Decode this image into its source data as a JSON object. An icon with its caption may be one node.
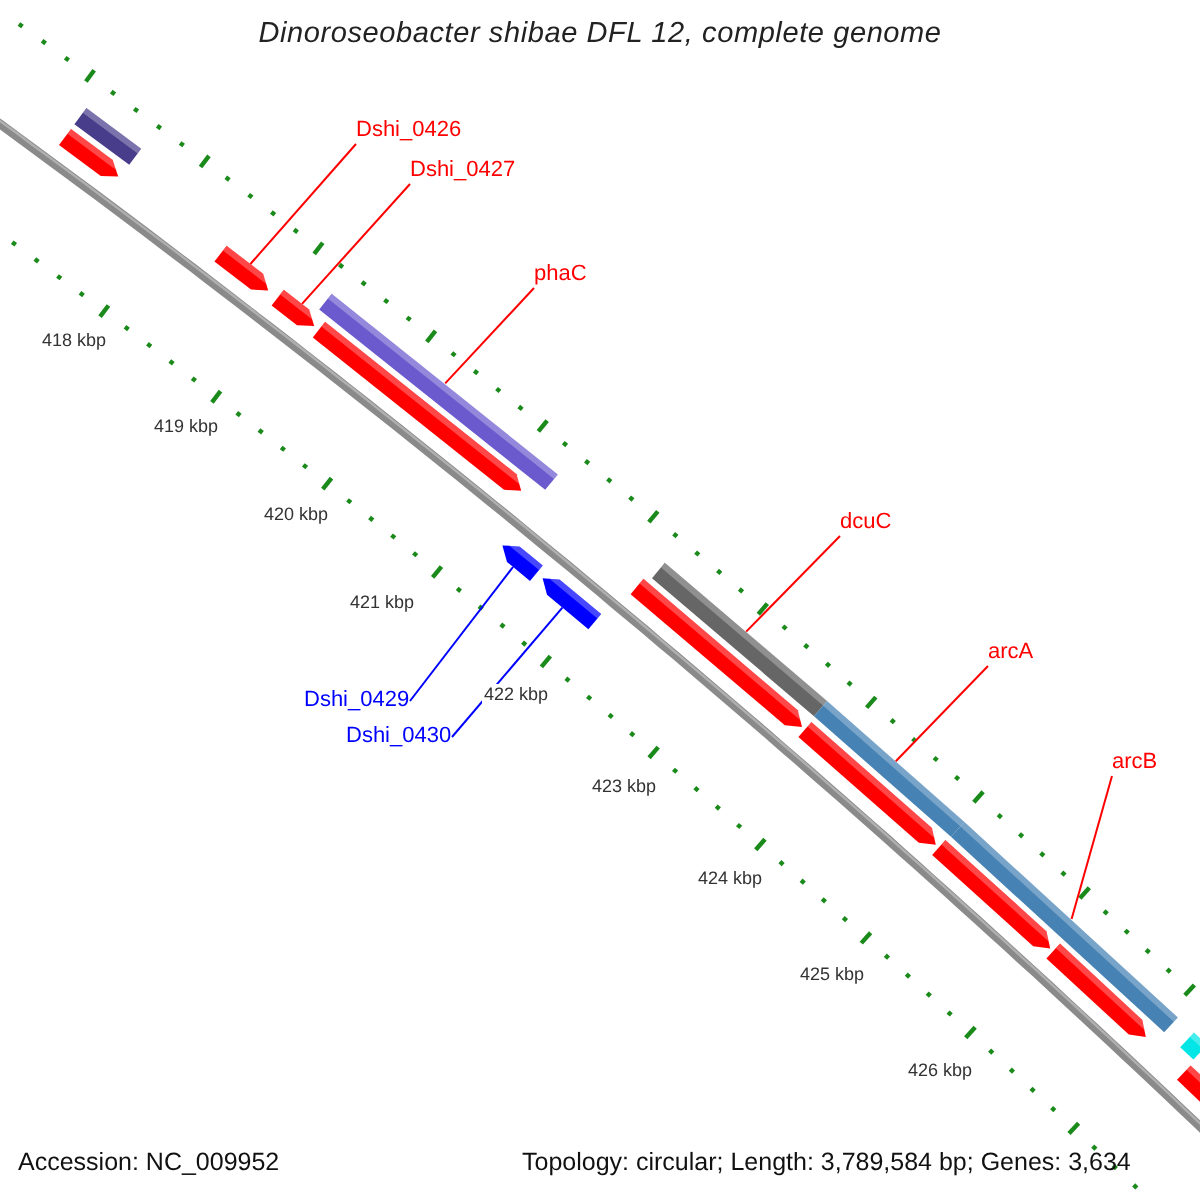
{
  "diagram": {
    "title": "Dinoroseobacter shibae DFL 12, complete genome",
    "nodes": [
      {
        "text": [
          "Dshi_0426"
        ]
      },
      {
        "text": [],
        "shape": "arrow"
      },
      {
        "text": [
          "Dshi_0427"
        ]
      },
      {
        "text": [],
        "shape": "arrow"
      },
      {
        "text": [
          "phaC"
        ]
      },
      {
        "text": [],
        "shape": "bar"
      },
      {
        "text": [
          "dcuC"
        ]
      },
      {
        "text": [],
        "shape": "bar"
      },
      {
        "text": [
          "arcA"
        ]
      },
      {
        "text": [],
        "shape": "bar"
      },
      {
        "text": [
          "arcB"
        ]
      },
      {
        "text": [],
        "shape": "bar"
      },
      {
        "text": [
          "Dshi_0429"
        ]
      },
      {
        "text": [],
        "shape": "arrow"
      },
      {
        "text": [
          "Dshi_0430"
        ]
      },
      {
        "text": [],
        "shape": "arrow"
      },
      {
        "text": [],
        "shape": "bar"
      },
      {
        "text": [],
        "shape": "arrow"
      },
      {
        "text": [],
        "shape": "arrow"
      },
      {
        "text": [],
        "shape": "arrow"
      },
      {
        "text": [],
        "shape": "arrow"
      },
      {
        "text": [],
        "shape": "arrow"
      },
      {
        "text": [],
        "shape": "arrow"
      },
      {
        "text": [],
        "shape": "bar"
      },
      {
        "text": [],
        "shape": "arrow"
      }
    ],
    "edges": [
      {
        "from": 0,
        "to": 1,
        "arrow": "none"
      },
      {
        "from": 2,
        "to": 3,
        "arrow": "none"
      },
      {
        "from": 4,
        "to": 5,
        "arrow": "none"
      },
      {
        "from": 6,
        "to": 7,
        "arrow": "none"
      },
      {
        "from": 8,
        "to": 9,
        "arrow": "none"
      },
      {
        "from": 10,
        "to": 11,
        "arrow": "none"
      },
      {
        "from": 12,
        "to": 13,
        "arrow": "none",
        "color": "#0000ff"
      },
      {
        "from": 14,
        "to": 15,
        "arrow": "none",
        "color": "#0000ff"
      }
    ],
    "labels": [
      "418 kbp",
      "419 kbp",
      "420 kbp",
      "421 kbp",
      "422 kbp",
      "423 kbp",
      "424 kbp",
      "425 kbp",
      "426 kbp",
      "Accession: NC_009952",
      "Topology: circular; Length: 3,789,584 bp; Genes: 3,634"
    ]
  }
}
